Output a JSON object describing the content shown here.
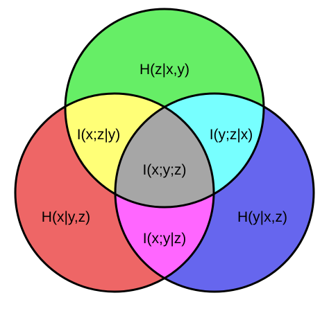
{
  "sets": [
    {
      "id": "z",
      "color": "#66ee66"
    },
    {
      "id": "x",
      "color": "#ee6666"
    },
    {
      "id": "y",
      "color": "#6666ee"
    }
  ],
  "overlap_colors": {
    "xz": "#ffff77",
    "yz": "#77ffff",
    "xy": "#ff66ff",
    "xyz": "#a6a6a6"
  },
  "labels": {
    "h_z_given_xy": "H(z|x,y)",
    "h_x_given_yz": "H(x|y,z)",
    "h_y_given_xz": "H(y|x,z)",
    "i_xz_given_y": "I(x;z|y)",
    "i_yz_given_x": "I(y;z|x)",
    "i_xy_given_z": "I(x;y|z)",
    "i_xyz": "I(x;y;z)"
  }
}
